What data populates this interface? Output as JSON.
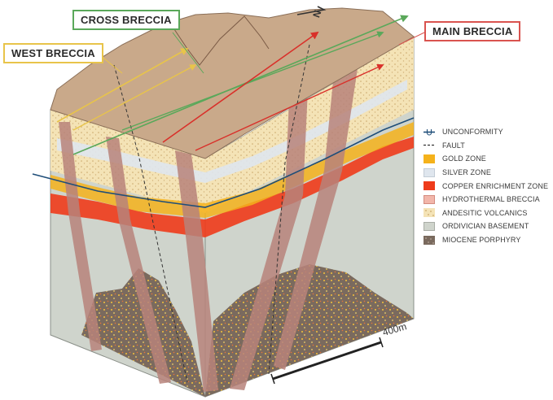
{
  "callouts": {
    "cross": "CROSS BRECCIA",
    "main": "MAIN BRECCIA",
    "west": "WEST BRECCIA"
  },
  "north": "N",
  "scale": "400m",
  "legend": [
    {
      "id": "unconformity",
      "label": "UNCONFORMITY",
      "symbol": "unconformity-line",
      "color": "#1f4e79"
    },
    {
      "id": "fault",
      "label": "FAULT",
      "symbol": "dashed-line",
      "color": "#333333"
    },
    {
      "id": "gold",
      "label": "GOLD ZONE",
      "symbol": "swatch",
      "color": "#f5b21b"
    },
    {
      "id": "silver",
      "label": "SILVER ZONE",
      "symbol": "swatch",
      "color": "#dfe6ee"
    },
    {
      "id": "copper",
      "label": "COPPER ENRICHMENT ZONE",
      "symbol": "swatch",
      "color": "#ee3b1b"
    },
    {
      "id": "hydro",
      "label": "HYDROTHERMAL BRECCIA",
      "symbol": "swatch",
      "color": "#f2b6aa"
    },
    {
      "id": "andesitic",
      "label": "ANDESITIC VOLCANICS",
      "symbol": "dotted-swatch",
      "color": "#f4e3b6"
    },
    {
      "id": "ordovician",
      "label": "ORDIVICIAN BASEMENT",
      "symbol": "swatch",
      "color": "#cfd4cc"
    },
    {
      "id": "miocene",
      "label": "MIOCENE PORPHYRY",
      "symbol": "speckled-swatch",
      "color": "#7a6a5e"
    }
  ],
  "colors": {
    "surface": "#c9a98a",
    "andesitic": "#f4e3b6",
    "basement": "#cfd4cc",
    "porphyry": "#7a6a5e",
    "breccia": "#b7837a",
    "copper": "#ee3b1b",
    "gold": "#f5b21b",
    "silver": "#dfe6ee",
    "arrow_cross": "#5aa85a",
    "arrow_main": "#d9302a",
    "arrow_west": "#e8c44a"
  }
}
